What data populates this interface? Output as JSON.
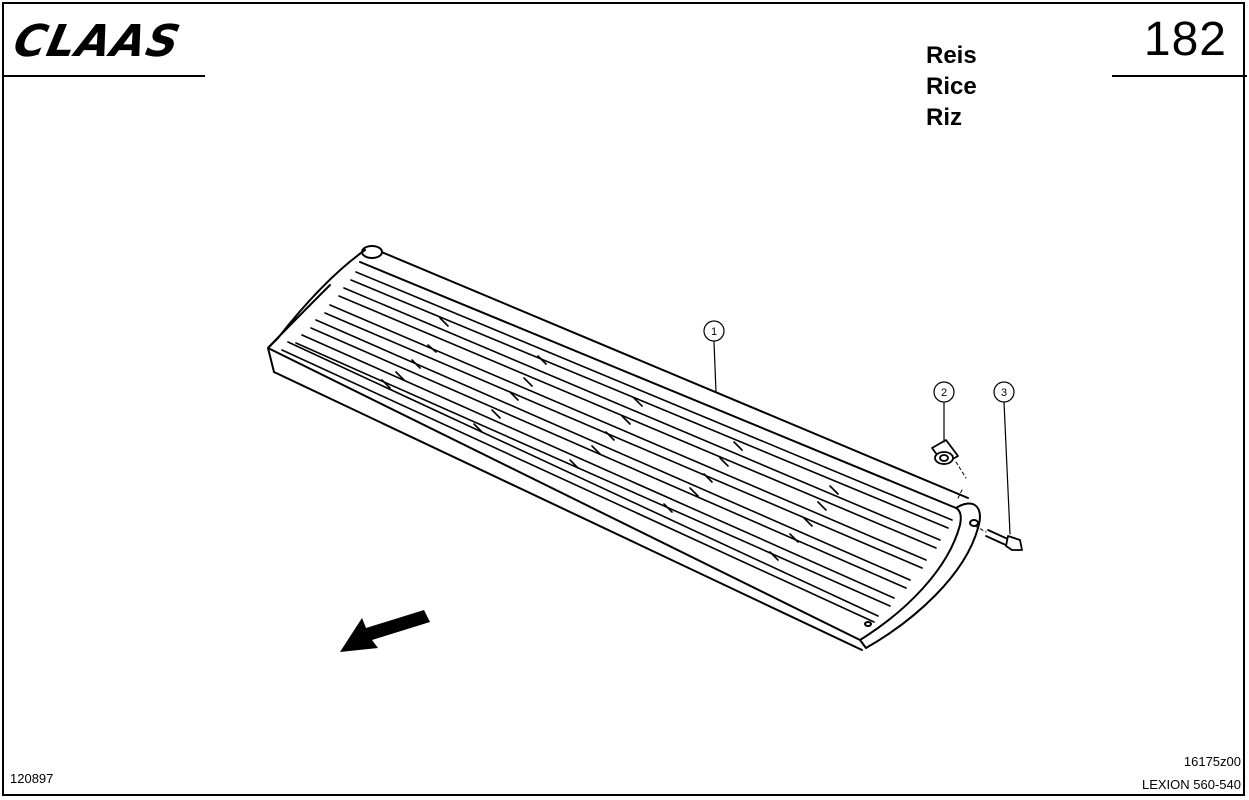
{
  "brand": {
    "logo_text": "CLAAS"
  },
  "header": {
    "page_number": "182",
    "titles": [
      "Reis",
      "Rice",
      "Riz"
    ]
  },
  "footer": {
    "doc_date": "120897",
    "drawing_id": "16175z00",
    "model": "LEXION 560-540"
  },
  "callouts": [
    {
      "id": "1",
      "label": "1"
    },
    {
      "id": "2",
      "label": "2"
    },
    {
      "id": "3",
      "label": "3"
    }
  ],
  "icons": {
    "direction": "direction-arrow-icon"
  }
}
